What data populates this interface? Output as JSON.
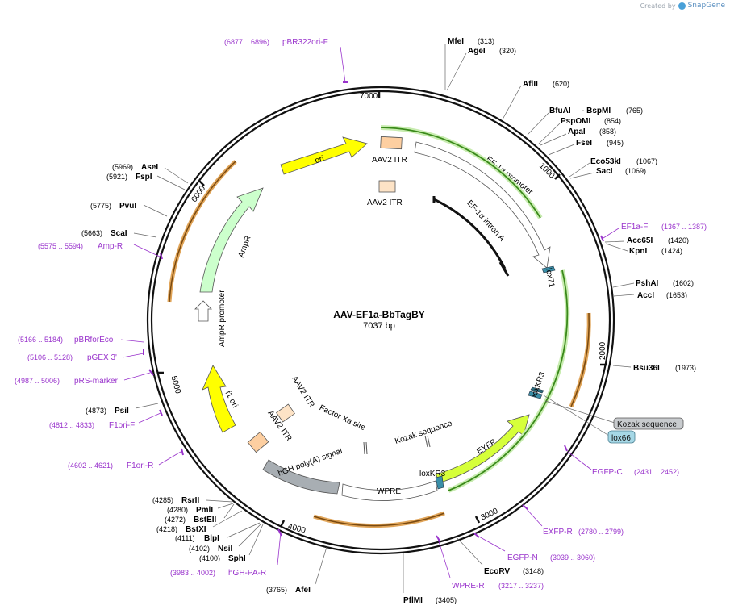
{
  "credit": {
    "prefix": "Created by",
    "brand": "SnapGene"
  },
  "plasmid": {
    "name": "AAV-EF1a-BbTagBY",
    "size_label": "7037 bp",
    "length": 7037
  },
  "colors": {
    "ori": "#ffff00",
    "itr": "#fdcfa1",
    "itr_light": "#fde3c6",
    "ampr": "#ccffcc",
    "promoter": "#ffffff",
    "eyfp": "#d6ff3a",
    "polyA": "#a8aeb3",
    "lox": "#3a8fa8",
    "primer": "#9933cc",
    "orf": "#e89a2a",
    "orf_green": "#3a8a1a",
    "backbone": "#111111"
  },
  "ticks": [
    {
      "label": "1000",
      "bp": 1000
    },
    {
      "label": "2000",
      "bp": 2000
    },
    {
      "label": "3000",
      "bp": 3000
    },
    {
      "label": "4000",
      "bp": 4000
    },
    {
      "label": "5000",
      "bp": 5000
    },
    {
      "label": "6000",
      "bp": 6000
    },
    {
      "label": "7000",
      "bp": 7000
    }
  ],
  "enzymes": [
    {
      "name": "MfeI",
      "pos": "(313)"
    },
    {
      "name": "AgeI",
      "pos": "(320)"
    },
    {
      "name": "AflII",
      "pos": "(620)"
    },
    {
      "name": "BfuAI",
      "pos": "(765)",
      "extra": "- BspMI"
    },
    {
      "name": "PspOMI",
      "pos": "(854)"
    },
    {
      "name": "ApaI",
      "pos": "(858)"
    },
    {
      "name": "FseI",
      "pos": "(945)"
    },
    {
      "name": "Eco53kI",
      "pos": "(1067)"
    },
    {
      "name": "SacI",
      "pos": "(1069)"
    },
    {
      "name": "Acc65I",
      "pos": "(1420)"
    },
    {
      "name": "KpnI",
      "pos": "(1424)"
    },
    {
      "name": "PshAI",
      "pos": "(1602)"
    },
    {
      "name": "AccI",
      "pos": "(1653)"
    },
    {
      "name": "Bsu36I",
      "pos": "(1973)"
    },
    {
      "name": "EcoRV",
      "pos": "(3148)"
    },
    {
      "name": "PflMI",
      "pos": "(3405)"
    },
    {
      "name": "AfeI",
      "pos": "(3765)"
    },
    {
      "name": "SphI",
      "pos": "(4100)"
    },
    {
      "name": "NsiI",
      "pos": "(4102)"
    },
    {
      "name": "BlpI",
      "pos": "(4111)"
    },
    {
      "name": "BstXI",
      "pos": "(4218)"
    },
    {
      "name": "BstEII",
      "pos": "(4272)"
    },
    {
      "name": "PmlI",
      "pos": "(4280)"
    },
    {
      "name": "RsrII",
      "pos": "(4285)"
    },
    {
      "name": "PsiI",
      "pos": "(4873)"
    },
    {
      "name": "ScaI",
      "pos": "(5663)"
    },
    {
      "name": "PvuI",
      "pos": "(5775)"
    },
    {
      "name": "FspI",
      "pos": "(5921)"
    },
    {
      "name": "AseI",
      "pos": "(5969)"
    }
  ],
  "primers": [
    {
      "name": "pBR322ori-F",
      "range": "(6877 .. 6896)"
    },
    {
      "name": "EF1a-F",
      "range": "(1367 .. 1387)"
    },
    {
      "name": "Amp-R",
      "range": "(5575 .. 5594)"
    },
    {
      "name": "pBRforEco",
      "range": "(5166 .. 5184)"
    },
    {
      "name": "pGEX 3'",
      "range": "(5106 .. 5128)"
    },
    {
      "name": "pRS-marker",
      "range": "(4987 .. 5006)"
    },
    {
      "name": "F1ori-F",
      "range": "(4812 .. 4833)"
    },
    {
      "name": "F1ori-R",
      "range": "(4602 .. 4621)"
    },
    {
      "name": "EGFP-C",
      "range": "(2431 .. 2452)"
    },
    {
      "name": "EXFP-R",
      "range": "(2780 .. 2799)"
    },
    {
      "name": "EGFP-N",
      "range": "(3039 .. 3060)"
    },
    {
      "name": "WPRE-R",
      "range": "(3217 .. 3237)"
    },
    {
      "name": "hGH-PA-R",
      "range": "(3983 .. 4002)"
    }
  ],
  "features": {
    "ori": "ori",
    "aav2_itr_1": "AAV2 ITR",
    "aav2_itr_2": "AAV2 ITR",
    "aav2_itr_3": "AAV2 ITR",
    "aav2_itr_4": "AAV2 ITR",
    "ef1a_promoter": "EF-1α promoter",
    "ef1a_intron": "EF-1α intron A",
    "lox71": "lox71",
    "loxkr3_top": "loxKR3",
    "loxkr3_bottom": "loxKR3",
    "eyfp": "EYFP",
    "kozak_inner": "Kozak sequence",
    "wpre": "WPRE",
    "hgh_polya": "hGH poly(A) signal",
    "factor_xa": "Factor Xa site",
    "f1_ori": "f1 ori",
    "ampr": "AmpR",
    "ampr_promoter": "AmpR promoter"
  },
  "callouts": {
    "kozak": "Kozak sequence",
    "lox66": "lox66"
  }
}
